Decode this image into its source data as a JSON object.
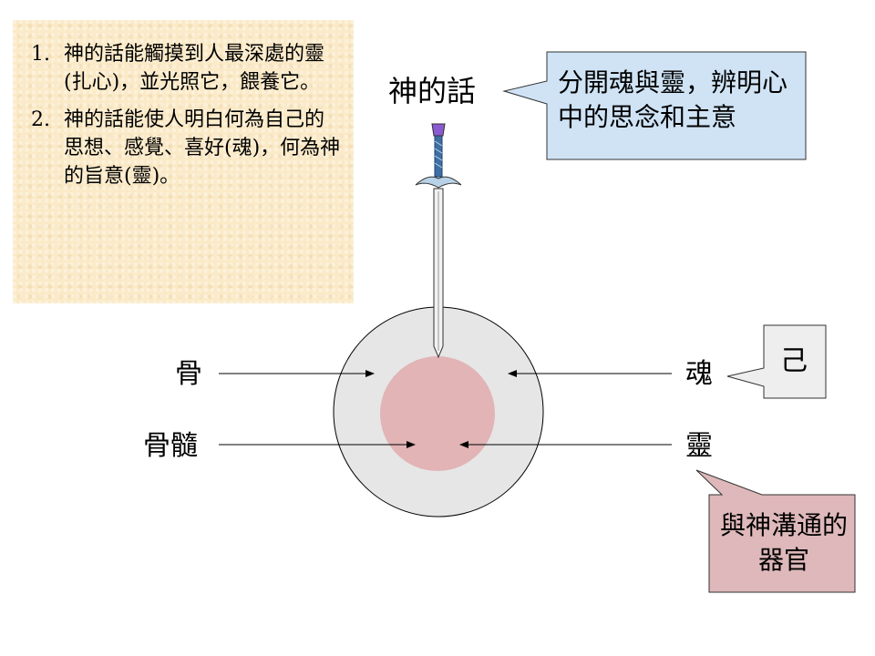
{
  "notes": [
    {
      "num": "1.",
      "text": "神的話能觸摸到人最深處的靈(扎心)，並光照它，餵養它。"
    },
    {
      "num": "2.",
      "text": "神的話能使人明白何為自己的思想、感覺、喜好(魂)，何為神的旨意(靈)。"
    }
  ],
  "labels": {
    "word_of_god": "神的話",
    "bone": "骨",
    "marrow": "骨髓",
    "soul": "魂",
    "spirit": "靈"
  },
  "callouts": {
    "divide": "分開魂與靈，辨明心中的思念和主意",
    "self": "己",
    "organ": "與神溝通的器官"
  },
  "colors": {
    "note_bg": "#fbeac7",
    "divide_bg": "#cfe3f5",
    "self_bg": "#eeeeee",
    "organ_bg": "#deb8ba",
    "outer_circle": "#e6e6e6",
    "inner_circle": "#e2b4b6",
    "sword_grip": "#3d6fa6",
    "sword_pommel": "#8a5bd1"
  }
}
